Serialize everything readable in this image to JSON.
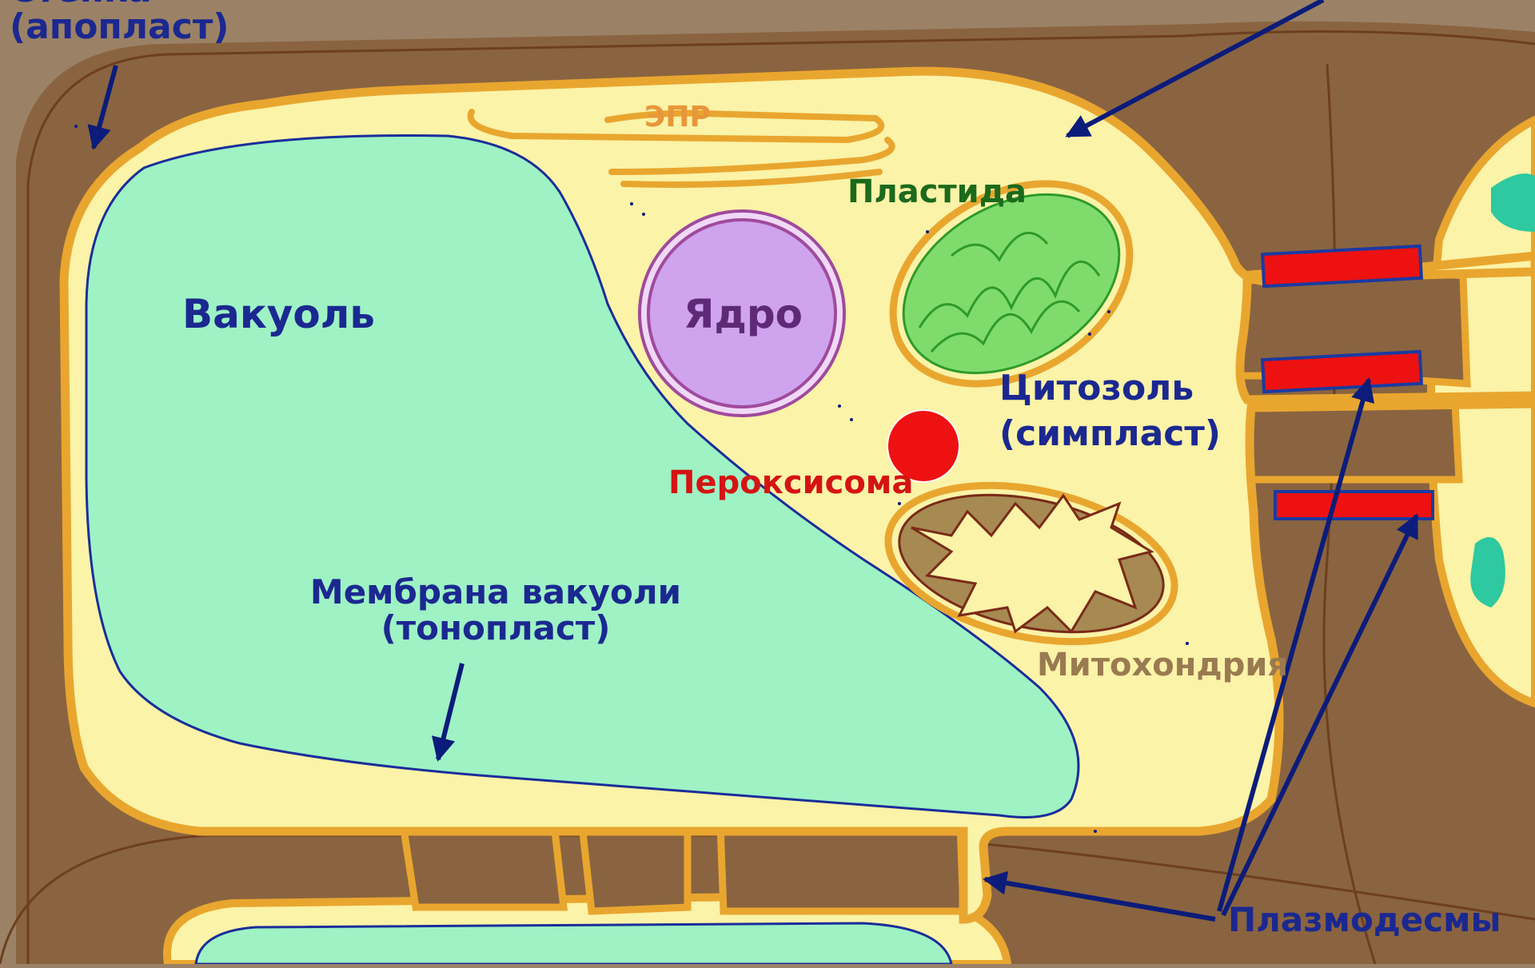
{
  "labels": {
    "wall_line1": "Стенка",
    "wall_line2": "(апопласт)",
    "vacuole": "Вакуоль",
    "nucleus": "Ядро",
    "er": "ЭПР",
    "plastid": "Пластида",
    "cytosol_line1": "Цитозоль",
    "cytosol_line2": "(симпласт)",
    "peroxisome": "Пероксисома",
    "tonoplast_line1": "Мембрана вакуоли",
    "tonoplast_line2": "(тонопласт)",
    "mitochondrion": "Митохондрия",
    "plasmodesmata": "Плазмодесмы"
  },
  "colors": {
    "background": "#9b8266",
    "cell_wall": "#8a6440",
    "cell_wall_line": "#6e3f1f",
    "cytoplasm_border": "#e9a62f",
    "cytoplasm": "#fbf3a8",
    "membrane_halo": "#d8eeaa",
    "vacuole": "#9ef2c4",
    "vacuole_outline": "#1b2d9a",
    "nucleus": "#cfa3ee",
    "nucleus_outline": "#a04a9c",
    "plastid": "#7fdc6c",
    "plastid_inner": "#2e9a2a",
    "peroxisome": "#ee1111",
    "mitochondrion": "#a68a52",
    "mitochondrion_inner": "#7a2a18",
    "arrow": "#0c1c7a",
    "label_blue": "#1b2890",
    "label_green": "#1c6a1c",
    "label_red": "#d41414",
    "label_orange": "#e8963a",
    "label_mito": "#9a7a50",
    "plasmodesma_marker": "#ee1111",
    "plasmodesma_marker_outline": "#1b3aa0",
    "neighbor_organelle": "#2ec9a0"
  }
}
